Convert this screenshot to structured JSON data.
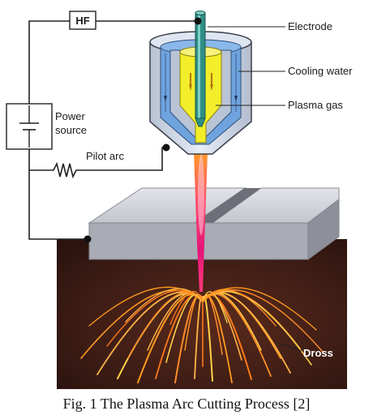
{
  "labels": {
    "hf": "HF",
    "power_line1": "Power",
    "power_line2": "source",
    "pilot_arc": "Pilot arc",
    "electrode": "Electrode",
    "cooling_water": "Cooling water",
    "plasma_gas": "Plasma gas",
    "dross": "Dross"
  },
  "caption": "Fig. 1 The Plasma Arc Cutting Process [2]",
  "colors": {
    "nozzle_outer": "#cfd8e6",
    "cooling_water": "#6fa3dd",
    "plasma_gas": "#f2ee2a",
    "electrode": "#2f8f86",
    "workpiece_top": "#cfd1d8",
    "workpiece_front": "#a7aab3",
    "background_dark": "#3a1c14",
    "plasma_hot": "#e8137a",
    "plasma_warm": "#ff8a2a",
    "spark": "#ff9a1e",
    "wire": "#222222"
  }
}
